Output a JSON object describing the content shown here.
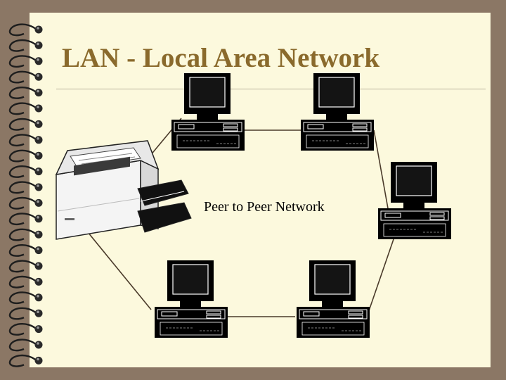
{
  "slide": {
    "title": "LAN - Local Area Network",
    "caption": "Peer to Peer Network"
  },
  "diagram": {
    "nodes": [
      {
        "id": "pc-top-left",
        "type": "computer"
      },
      {
        "id": "pc-top-right",
        "type": "computer"
      },
      {
        "id": "pc-right",
        "type": "computer"
      },
      {
        "id": "pc-bottom-right",
        "type": "computer"
      },
      {
        "id": "pc-bottom-left",
        "type": "computer"
      },
      {
        "id": "printer",
        "type": "printer"
      }
    ],
    "links": [
      [
        "pc-top-left",
        "pc-top-right"
      ],
      [
        "pc-top-right",
        "pc-right"
      ],
      [
        "pc-right",
        "pc-bottom-right"
      ],
      [
        "pc-bottom-right",
        "pc-bottom-left"
      ],
      [
        "pc-bottom-left",
        "printer"
      ],
      [
        "printer",
        "pc-top-left"
      ]
    ],
    "line_color": "#4a3a2a"
  }
}
